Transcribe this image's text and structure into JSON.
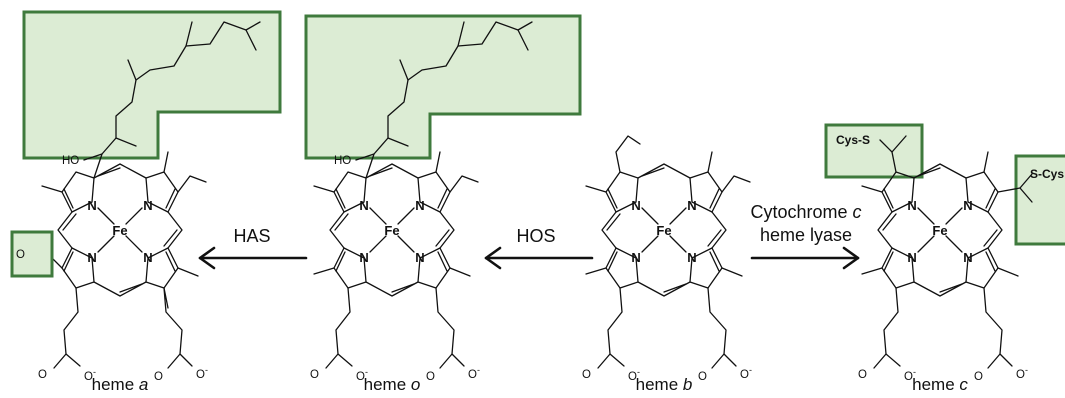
{
  "highlight": {
    "fill": "#dcecd4",
    "stroke": "#3f7a3d"
  },
  "atoms": {
    "nitrogen": "N",
    "iron": "Fe",
    "hydroxyl": "HO",
    "oxygen": "O",
    "oxide": "O",
    "charge": "-"
  },
  "substituents": {
    "cys_left": "Cys-S",
    "cys_right": "S-Cys"
  },
  "arrows": {
    "has": "HAS",
    "hos": "HOS",
    "lyase_line1_a": "Cytochrome ",
    "lyase_line1_b": "c",
    "lyase_line2": "heme lyase"
  },
  "molecules": [
    {
      "name": "heme ",
      "letter": "a"
    },
    {
      "name": "heme ",
      "letter": "o"
    },
    {
      "name": "heme ",
      "letter": "b"
    },
    {
      "name": "heme ",
      "letter": "c"
    }
  ]
}
